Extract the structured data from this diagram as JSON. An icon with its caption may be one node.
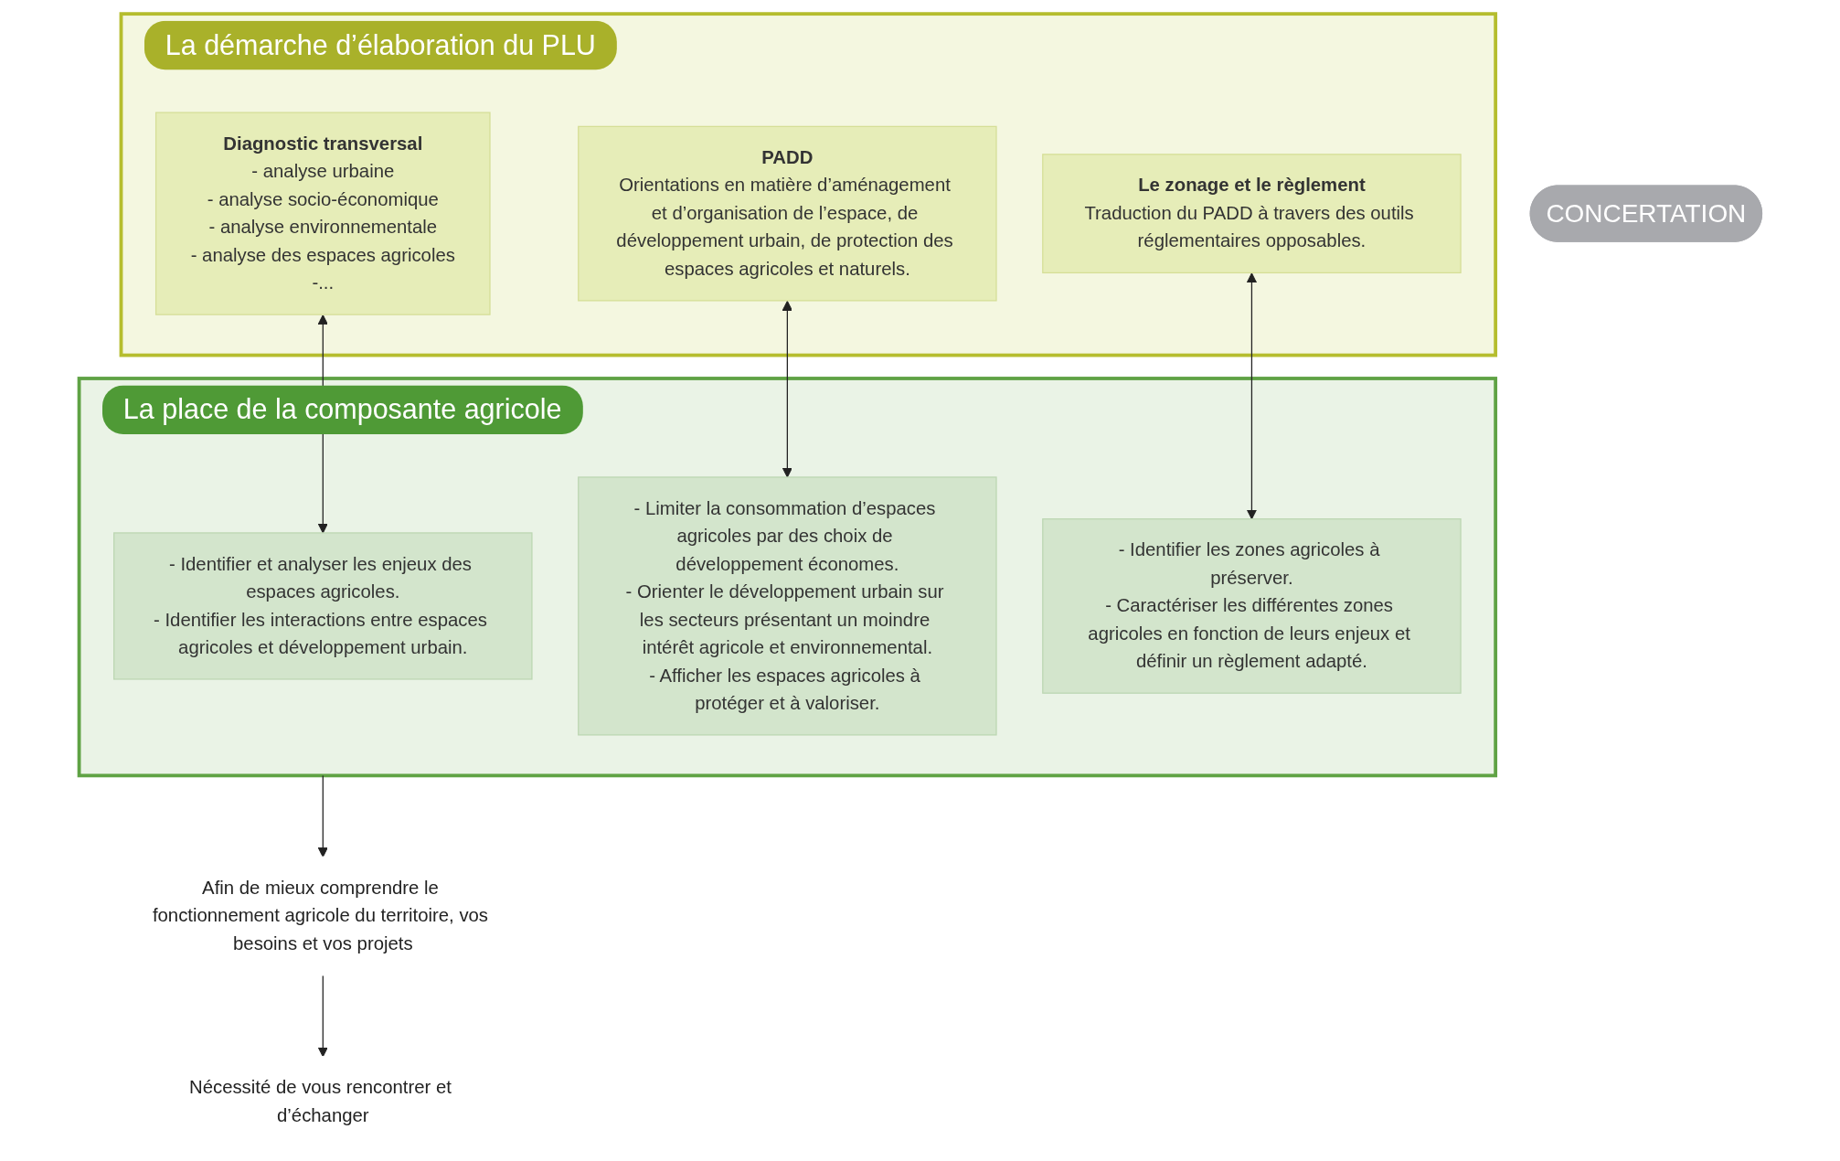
{
  "diagram": {
    "nodes": [
      {
        "text": [
          "CONCERTATION"
        ]
      },
      {
        "text": [
          "La démarche d’élaboration du PLU"
        ]
      },
      {
        "text": [
          "Diagnostic transversal",
          "- analyse urbaine",
          "- analyse socio-économique",
          "- analyse environnementale",
          "- analyse des espaces agricoles",
          "-..."
        ],
        "in": 1
      },
      {
        "text": [
          "PADD",
          "Orientations en matière d’aménagement et d’organisation de l’espace, de développement urbain, de protection des espaces agricoles et naturels."
        ],
        "in": 1
      },
      {
        "text": [
          "Le zonage et le règlement",
          "Traduction du PADD à travers des outils réglementaires opposables."
        ],
        "in": 1
      },
      {
        "text": [
          "La place de la composante agricole"
        ]
      },
      {
        "text": [
          "- Identifier et analyser les enjeux des espaces agricoles.",
          "- Identifier les interactions entre espaces agricoles et développement urbain."
        ],
        "in": 5
      },
      {
        "text": [
          "- Limiter la consommation d’espaces agricoles par des choix de développement économes.",
          "- Orienter le développement urbain sur les secteurs présentant un moindre intérêt agricole et environnemental.",
          "- Afficher les espaces agricoles à protéger et à valoriser."
        ],
        "in": 5
      },
      {
        "text": [
          "- Identifier les zones agricoles à préserver.",
          "- Caractériser les différentes zones agricoles en fonction de leurs enjeux et définir un règlement adapté."
        ],
        "in": 5
      },
      {
        "text": [
          "Afin de mieux comprendre le fonctionnement agricole du territoire, vos besoins et vos projets"
        ]
      },
      {
        "text": [
          "Nécessité de vous rencontrer et d’échanger"
        ]
      }
    ],
    "edges": [
      {
        "from": 2,
        "to": 6,
        "arrow": "both"
      },
      {
        "from": 3,
        "to": 7,
        "arrow": "both"
      },
      {
        "from": 4,
        "to": 8,
        "arrow": "both"
      },
      {
        "from": 5,
        "to": 9,
        "arrow": "to"
      },
      {
        "from": 9,
        "to": 10,
        "arrow": "to"
      }
    ]
  }
}
